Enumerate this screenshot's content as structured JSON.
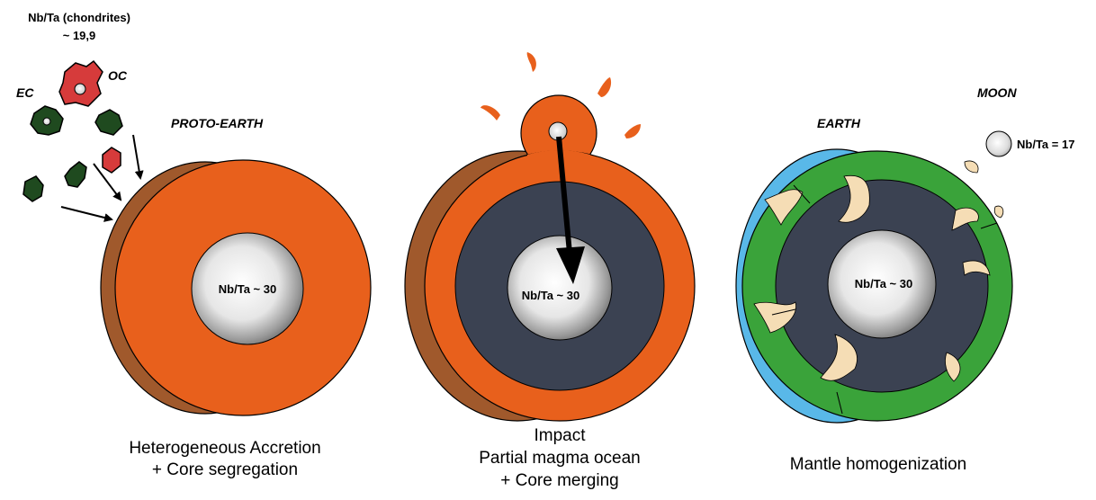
{
  "chondrites": {
    "title": "Nb/Ta (chondrites)",
    "value": "~ 19,9",
    "ec_label": "EC",
    "oc_label": "OC"
  },
  "stage1": {
    "title": "PROTO-EARTH",
    "core_label": "Nb/Ta ~ 30",
    "caption_line1": "Heterogeneous Accretion",
    "caption_line2": "+ Core segregation"
  },
  "stage2": {
    "core_label": "Nb/Ta ~ 30",
    "caption_line1": "Impact",
    "caption_line2": "Partial magma ocean",
    "caption_line3": "+ Core merging"
  },
  "stage3": {
    "title": "EARTH",
    "core_label": "Nb/Ta ~ 30",
    "caption_line1": "Mantle homogenization"
  },
  "moon": {
    "title": "MOON",
    "value": "Nb/Ta = 17"
  },
  "colors": {
    "orange": "#E8601C",
    "brown": "#A0592C",
    "slate": "#3B4252",
    "green": "#3AA33A",
    "blue": "#59B8E8",
    "beige": "#F5DDB5",
    "dark_green": "#1F4A1F",
    "red": "#D63B3B"
  }
}
